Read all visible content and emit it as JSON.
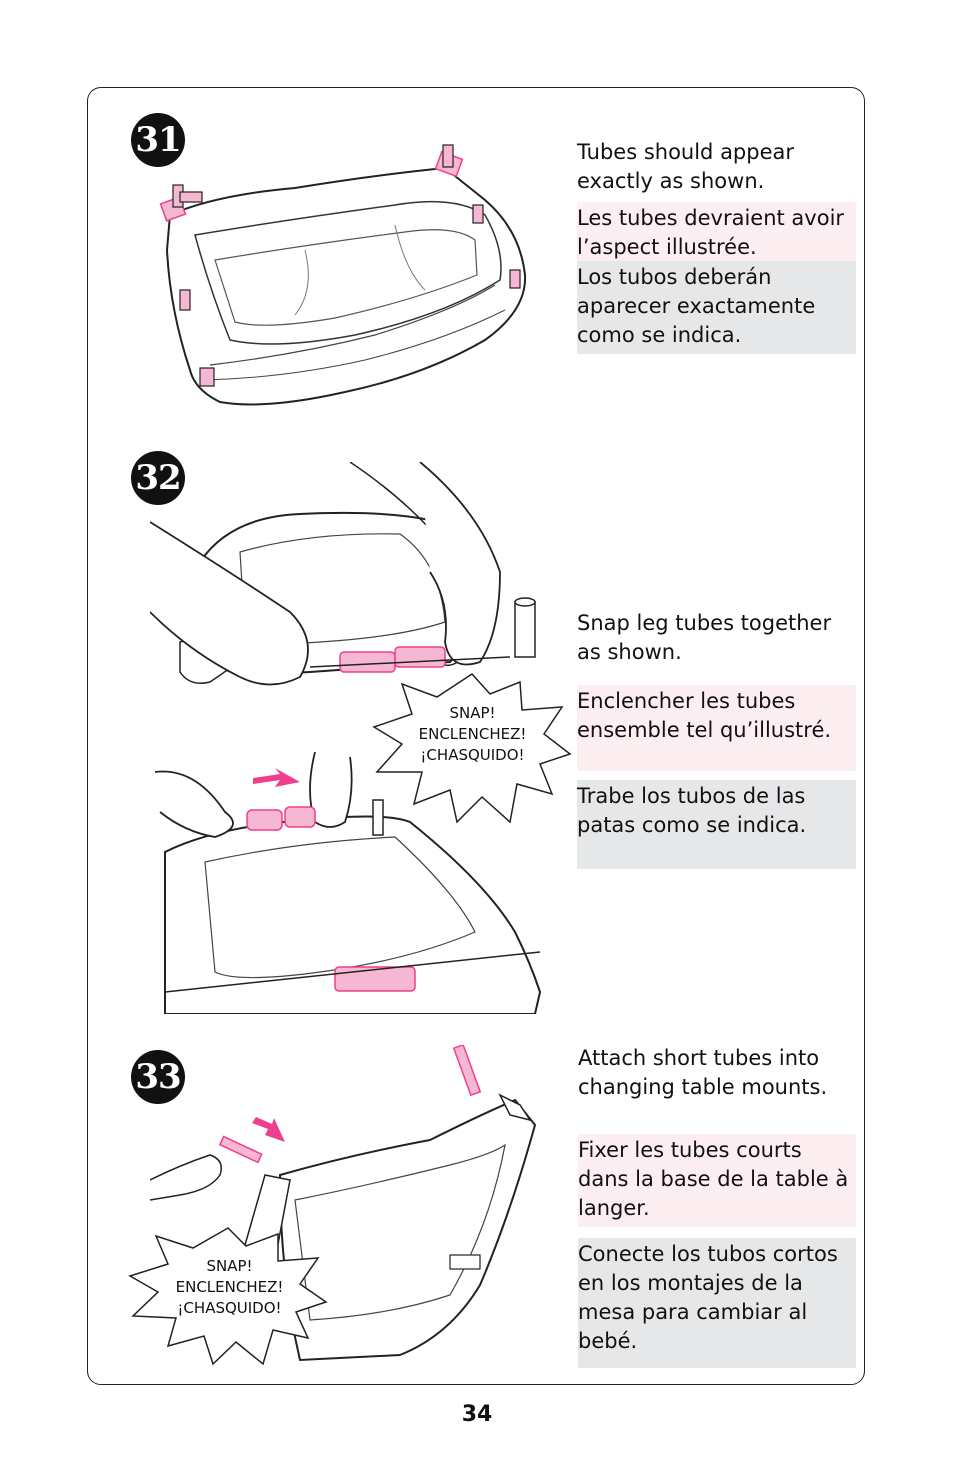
{
  "page": {
    "number": "34"
  },
  "colors": {
    "accent_pink": "#ee3f8e",
    "pink_fill": "#f6b7d2",
    "french_bg": "#fdeef2",
    "spanish_bg": "#e6e7e9"
  },
  "steps": [
    {
      "number": "31",
      "en": "Tubes should appear\nexactly as shown.",
      "fr": "Les tubes devraient avoir\nl’aspect illustrée.",
      "es": "Los tubos deberán\naparecer exactamente\ncomo se indica."
    },
    {
      "number": "32",
      "en": "Snap leg tubes together\nas shown.",
      "fr": "Enclencher les tubes\nensemble tel qu’illustré.",
      "es": "Trabe los tubos de las\npatas como se indica.",
      "burst": "SNAP!\nENCLENCHEZ!\n¡CHASQUIDO!"
    },
    {
      "number": "33",
      "en": "Attach short tubes into\nchanging table mounts.",
      "fr": "Fixer les tubes courts\ndans la base de la table à\nlanger.",
      "es": "Conecte los tubos cortos\nen los montajes de la\nmesa para cambiar al\nbebé.",
      "burst": "SNAP!\nENCLENCHEZ!\n¡CHASQUIDO!"
    }
  ]
}
